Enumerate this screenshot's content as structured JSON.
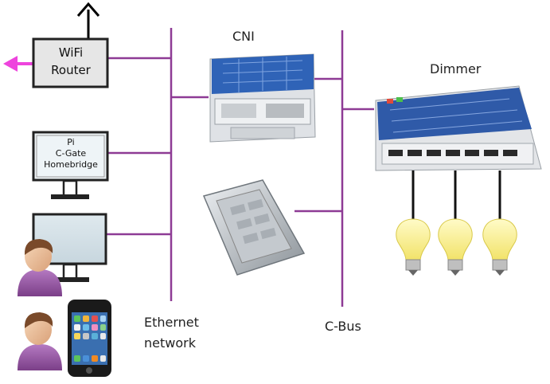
{
  "devices": {
    "router": {
      "line1": "WiFi",
      "line2": "Router"
    },
    "pi": {
      "line1": "Pi",
      "line2": "C-Gate",
      "line3": "Homebridge"
    },
    "cni": {
      "label": "CNI"
    },
    "dimmer": {
      "label": "Dimmer"
    }
  },
  "networks": {
    "ethernet": {
      "line1": "Ethernet",
      "line2": "network"
    },
    "cbus": {
      "label": "C-Bus"
    }
  },
  "colors": {
    "bus_line": "#8e3b95",
    "arrow_magenta": "#ee44dd",
    "monitor_frame": "#222222",
    "router_fill": "#e6e6e6",
    "bulb": "#f7ec7c"
  }
}
